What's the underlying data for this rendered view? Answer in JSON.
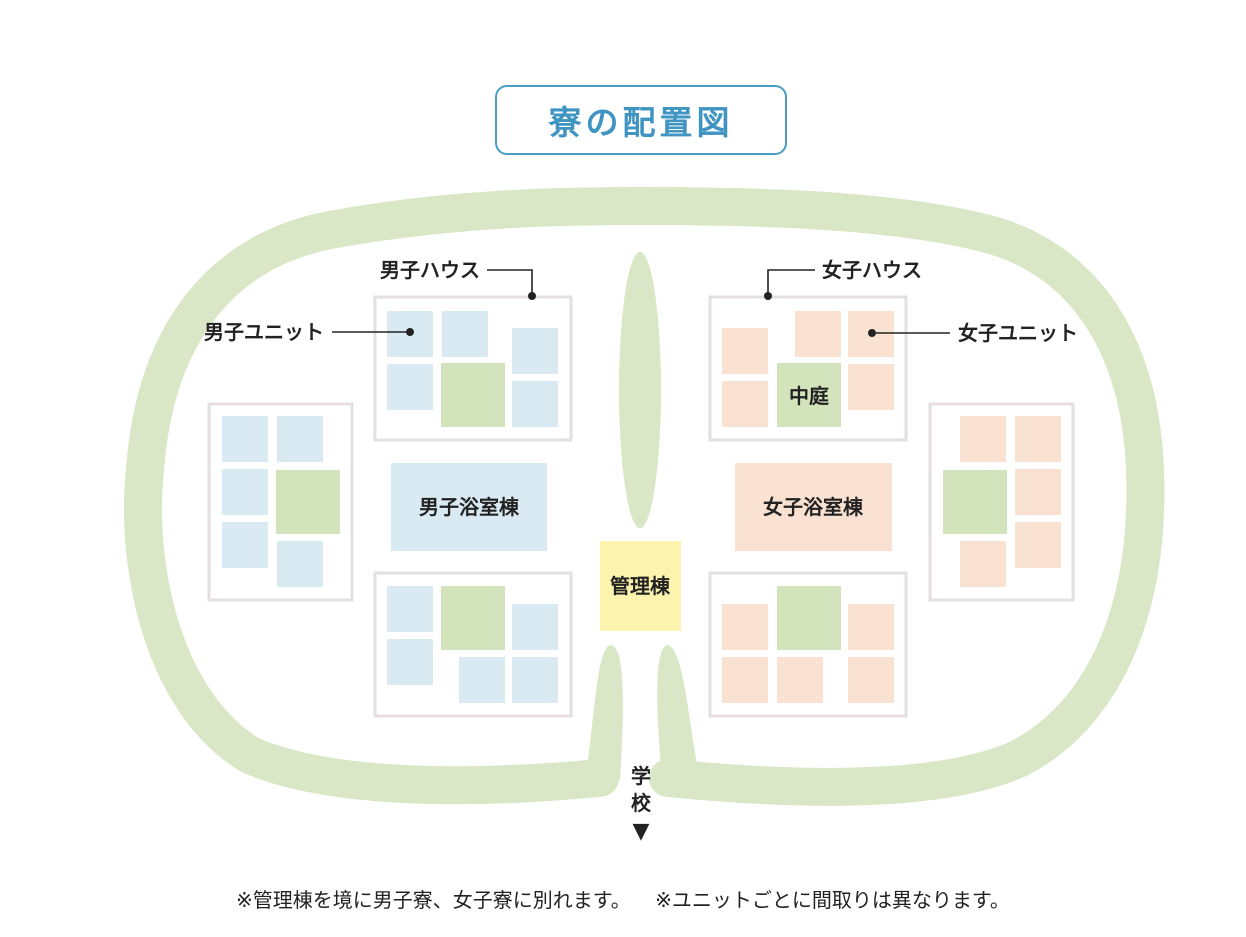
{
  "title": "寮の配置図",
  "labels": {
    "boys_house": "男子ハウス",
    "boys_unit": "男子ユニット",
    "girls_house": "女子ハウス",
    "girls_unit": "女子ユニット",
    "courtyard": "中庭",
    "boys_bath": "男子浴室棟",
    "girls_bath": "女子浴室棟",
    "admin": "管理棟",
    "school_1": "学",
    "school_2": "校",
    "school_arrow": "▼"
  },
  "notes": [
    "※管理棟を境に男子寮、女子寮に別れます。",
    "※ユニットごとに間取りは異なります。"
  ],
  "colors": {
    "title": "#3f94c2",
    "green": "#d9e7c6",
    "courtyard_green": "#d3e4bd",
    "boys_unit": "#d9eaf2",
    "girls_unit": "#f9e2d1",
    "admin": "#fbf3ae",
    "frame": "#e6dfe0"
  }
}
